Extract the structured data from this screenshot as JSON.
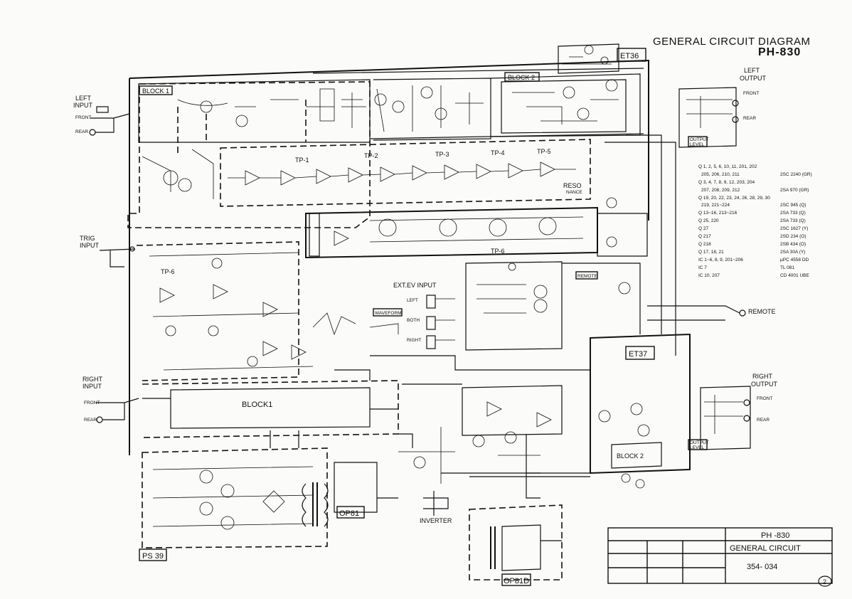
{
  "header": {
    "title": "GENERAL CIRCUIT DIAGRAM",
    "model": "PH-830"
  },
  "io_labels": {
    "left_input": [
      "LEFT",
      "INPUT"
    ],
    "left_output": [
      "LEFT",
      "OUTPUT"
    ],
    "right_input": [
      "RIGHT",
      "INPUT"
    ],
    "right_output": [
      "RIGHT",
      "OUTPUT"
    ],
    "trig_input": [
      "TRIG",
      "INPUT"
    ],
    "front": "FRONT",
    "rear": "REAR",
    "remote": "REMOTE",
    "inverter": "INVERTER",
    "output_level": [
      "OUTPUT",
      "LEVEL"
    ]
  },
  "blocks": {
    "block1_top": "BLOCK 1",
    "block2_top": "BLOCK 2",
    "block1_mid": "BLOCK1",
    "block2_bottom": "BLOCK 2",
    "et36": "ET36",
    "et37": "ET37",
    "ps39": "PS 39",
    "op81": "OP81",
    "op81d": "OP81D",
    "ext_ev_input": "EXT.EV INPUT",
    "waveform": "WAVEFORM",
    "left": "LEFT",
    "both": "BOTH",
    "right": "RIGHT",
    "reso": [
      "RESO",
      "NANCE"
    ],
    "tp": [
      "TP-1",
      "TP-2",
      "TP-3",
      "TP-4",
      "TP-5",
      "TP-6",
      "TP-6"
    ]
  },
  "parts_list": [
    {
      "refs": "Q 1, 2, 5, 6, 10, 11, 201, 202",
      "part": ""
    },
    {
      "refs": "205, 206, 210, 211",
      "part": "2SC 2240 (GR)"
    },
    {
      "refs": "Q 3, 4, 7, 8, 9, 12, 203, 204",
      "part": ""
    },
    {
      "refs": "207, 208, 209, 212",
      "part": "2SA 970 (GR)"
    },
    {
      "refs": "Q 19, 20, 22, 23, 24, 26, 28, 29, 30",
      "part": ""
    },
    {
      "refs": "219, 221~224",
      "part": "2SC 945 (Q)"
    },
    {
      "refs": "Q 13~16, 213~216",
      "part": "2SA 733 (Q)"
    },
    {
      "refs": "Q 25, 220",
      "part": "2SA 733 (Q)"
    },
    {
      "refs": "Q 27",
      "part": "2SC 1627 (Y)"
    },
    {
      "refs": "Q 217",
      "part": "2SD 234 (O)"
    },
    {
      "refs": "Q 218",
      "part": "2SB 434 (O)"
    },
    {
      "refs": "Q 17, 18, 21",
      "part": "2SA 30A (Y)"
    },
    {
      "refs": "IC 1~6, 8, 9, 201~206",
      "part": "µPC 4558 DD"
    },
    {
      "refs": "IC 7",
      "part": "TL 081"
    },
    {
      "refs": "IC 10, 207",
      "part": "CD 4001 UBE"
    }
  ],
  "title_block": {
    "model": "PH -830",
    "title": "GENERAL CIRCUIT",
    "number": "354- 034"
  },
  "sheet_number": "2"
}
